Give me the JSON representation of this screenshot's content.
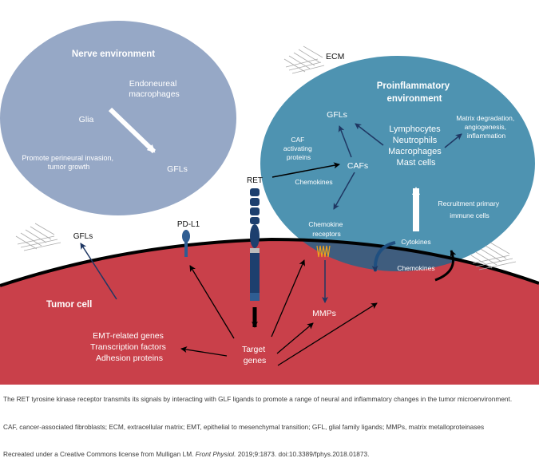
{
  "colors": {
    "nerve": "#96a8c6",
    "proinflammatory": "#4e93b1",
    "tumor": "#c9404a",
    "overlap": "#3f5d7e",
    "receptor": "#1d3f6e",
    "arrow_dark": "#1f3763",
    "membrane": "#000000",
    "caption_text": "#3a3a3a"
  },
  "nerve": {
    "title": "Nerve environment",
    "endoneureal": [
      "Endoneureal",
      "macrophages"
    ],
    "glia": "Glia",
    "promote": [
      "Promote perineural invasion,",
      "tumor growth"
    ],
    "gfls": "GFLs"
  },
  "ecm_label": "ECM",
  "proinflammatory": {
    "title": [
      "Proinflammatory",
      "environment"
    ],
    "gfls": "GFLs",
    "caf_activating": [
      "CAF",
      "activating",
      "proteins"
    ],
    "cafs": "CAFs",
    "chemokines_left": "Chemokines",
    "chemokine_receptors": [
      "Chemokine",
      "receptors"
    ],
    "immune_cells": [
      "Lymphocytes",
      "Neutrophils",
      "Macrophages",
      "Mast cells"
    ],
    "matrix": [
      "Matrix degradation,",
      "angiogenesis,",
      "inflammation"
    ],
    "recruitment": [
      "Recruitment primary",
      "immune cells"
    ],
    "cytokines": "Cytokines",
    "chemokines_bottom": "Chemokines"
  },
  "tumor": {
    "title": "Tumor cell",
    "gfls": "GFLs",
    "pdl1": "PD-L1",
    "ret": "RET",
    "emt": [
      "EMT-related genes",
      "Transcription factors",
      "Adhesion proteins"
    ],
    "target": [
      "Target",
      "genes"
    ],
    "mmps": "MMPs"
  },
  "caption": {
    "main": "The RET tyrosine kinase receptor transmits its signals by interacting with GLF ligands to promote a range of neural and inflammatory changes in the tumor microenvironment.",
    "abbreviations": "CAF, cancer-associated fibroblasts; ECM, extracellular matrix; EMT, epithelial to mesenchymal transition;  GFL, glial family ligands; MMPs, matrix metalloproteinases",
    "credit_pre": "Recreated under a Creative Commons license from Mulligan LM. ",
    "credit_journal": "Front Physiol.",
    "credit_post": " 2019;9:1873. doi:10.3389/fphys.2018.01873."
  }
}
